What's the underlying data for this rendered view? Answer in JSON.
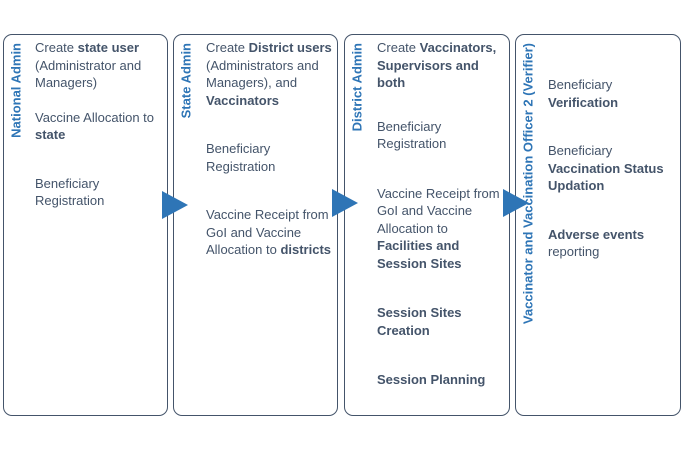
{
  "colors": {
    "border": "#44546a",
    "title": "#2e75b6",
    "text": "#44546a",
    "arrow": "#2e75b6"
  },
  "columns": [
    {
      "title": "National Admin",
      "items": [
        [
          {
            "t": "Create ",
            "b": false
          },
          {
            "t": "state user",
            "b": true
          },
          {
            "t": " (Administrator and Managers)",
            "b": false
          }
        ],
        [
          {
            "t": "Vaccine Allocation to ",
            "b": false
          },
          {
            "t": "state",
            "b": true
          }
        ],
        [
          {
            "t": "Beneficiary Registration",
            "b": false
          }
        ]
      ]
    },
    {
      "title": "State Admin",
      "items": [
        [
          {
            "t": "Create ",
            "b": false
          },
          {
            "t": "District users",
            "b": true
          },
          {
            "t": " (Administrators and Managers), and ",
            "b": false
          },
          {
            "t": "Vaccinators",
            "b": true
          }
        ],
        [
          {
            "t": "Beneficiary Registration",
            "b": false
          }
        ],
        [
          {
            "t": "Vaccine Receipt from GoI and Vaccine Allocation to ",
            "b": false
          },
          {
            "t": "districts",
            "b": true
          }
        ]
      ]
    },
    {
      "title": "District Admin",
      "items": [
        [
          {
            "t": "Create ",
            "b": false
          },
          {
            "t": "Vaccinators, Supervisors and both",
            "b": true
          }
        ],
        [
          {
            "t": "Beneficiary Registration",
            "b": false
          }
        ],
        [
          {
            "t": "Vaccine Receipt from GoI and Vaccine Allocation to ",
            "b": false
          },
          {
            "t": "Facilities and Session Sites",
            "b": true
          }
        ],
        [
          {
            "t": "Session Sites Creation",
            "b": true
          }
        ],
        [
          {
            "t": "Session Planning",
            "b": true
          }
        ]
      ]
    },
    {
      "title": "Vaccinator and Vaccination Officer 2 (Verifier)",
      "items": [
        [
          {
            "t": "Beneficiary ",
            "b": false
          },
          {
            "t": "Verification",
            "b": true
          }
        ],
        [
          {
            "t": "Beneficiary ",
            "b": false
          },
          {
            "t": "Vaccination Status Updation",
            "b": true
          }
        ],
        [
          {
            "t": "Adverse events",
            "b": true
          },
          {
            "t": " reporting",
            "b": false
          }
        ]
      ]
    }
  ]
}
